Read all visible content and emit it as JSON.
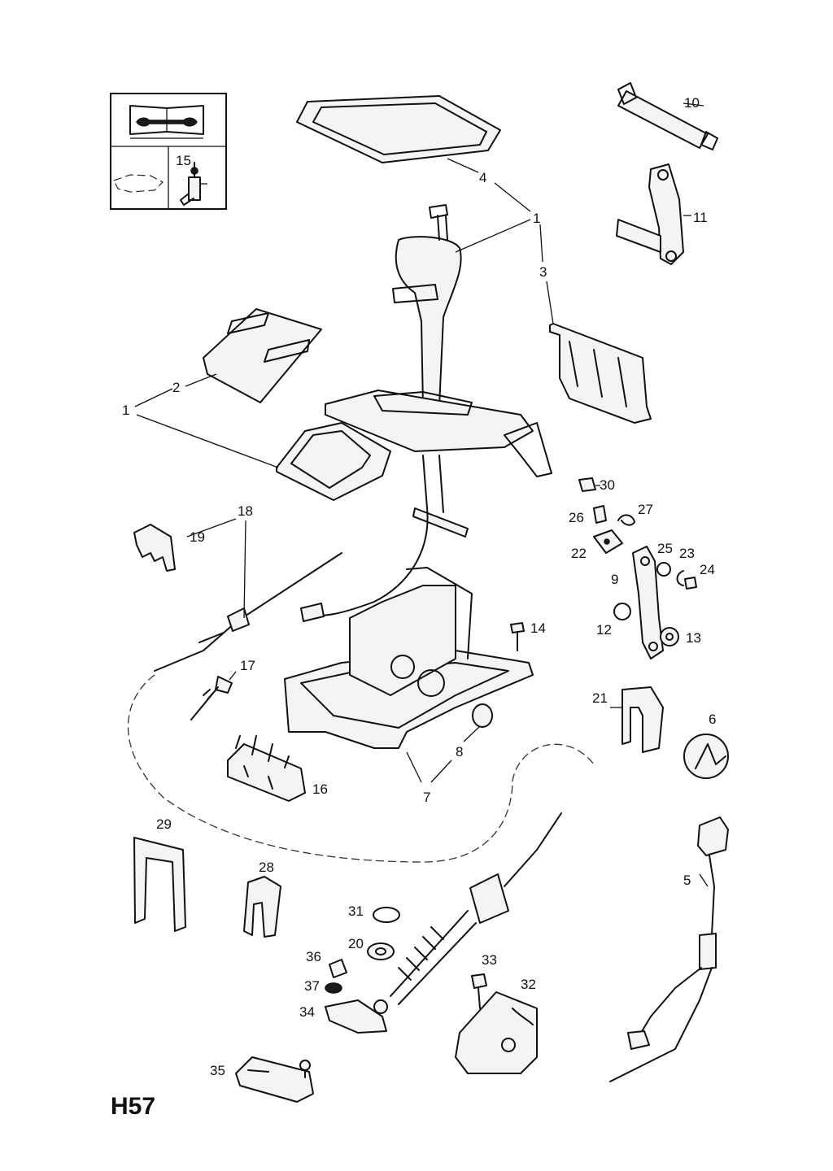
{
  "page_code": "H57",
  "info_box": {
    "tool_ref": "15"
  },
  "callouts": [
    {
      "id": "c10",
      "text": "10"
    },
    {
      "id": "c4",
      "text": "4"
    },
    {
      "id": "c1a",
      "text": "1"
    },
    {
      "id": "c11",
      "text": "11"
    },
    {
      "id": "c3",
      "text": "3"
    },
    {
      "id": "c2",
      "text": "2"
    },
    {
      "id": "c1b",
      "text": "1"
    },
    {
      "id": "c30",
      "text": "30"
    },
    {
      "id": "c26",
      "text": "26"
    },
    {
      "id": "c27",
      "text": "27"
    },
    {
      "id": "c18",
      "text": "18"
    },
    {
      "id": "c19",
      "text": "19"
    },
    {
      "id": "c25",
      "text": "25"
    },
    {
      "id": "c23",
      "text": "23"
    },
    {
      "id": "c22",
      "text": "22"
    },
    {
      "id": "c24",
      "text": "24"
    },
    {
      "id": "c9",
      "text": "9"
    },
    {
      "id": "c14",
      "text": "14"
    },
    {
      "id": "c12",
      "text": "12"
    },
    {
      "id": "c13",
      "text": "13"
    },
    {
      "id": "c17",
      "text": "17"
    },
    {
      "id": "c21",
      "text": "21"
    },
    {
      "id": "c6",
      "text": "6"
    },
    {
      "id": "c8",
      "text": "8"
    },
    {
      "id": "c16",
      "text": "16"
    },
    {
      "id": "c7",
      "text": "7"
    },
    {
      "id": "c29",
      "text": "29"
    },
    {
      "id": "c28",
      "text": "28"
    },
    {
      "id": "c5",
      "text": "5"
    },
    {
      "id": "c31",
      "text": "31"
    },
    {
      "id": "c20",
      "text": "20"
    },
    {
      "id": "c36",
      "text": "36"
    },
    {
      "id": "c33",
      "text": "33"
    },
    {
      "id": "c32",
      "text": "32"
    },
    {
      "id": "c37",
      "text": "37"
    },
    {
      "id": "c34",
      "text": "34"
    },
    {
      "id": "c35",
      "text": "35"
    }
  ]
}
